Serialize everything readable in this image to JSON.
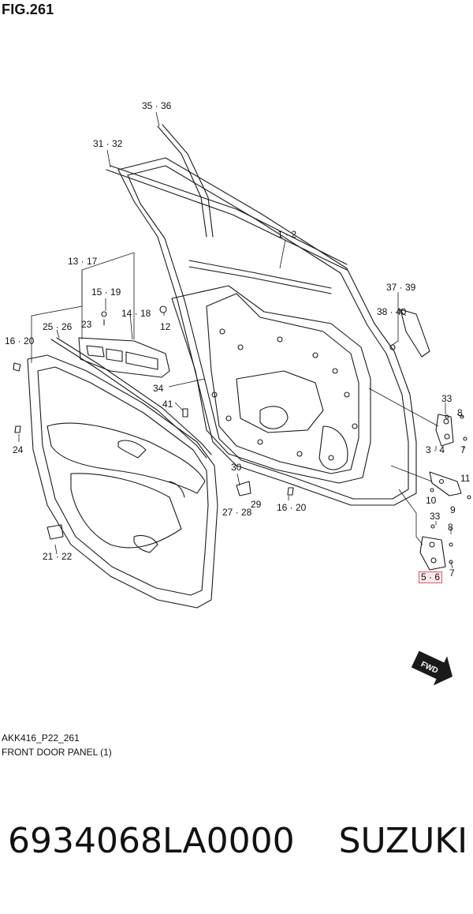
{
  "figure": {
    "title": "FIG.261",
    "code": "AKK416_P22_261",
    "caption": "FRONT DOOR PANEL (1)"
  },
  "parts": [
    {
      "id": "p35",
      "label": "35 · 36"
    },
    {
      "id": "p31",
      "label": "31 · 32"
    },
    {
      "id": "p1",
      "label": "1 · 2"
    },
    {
      "id": "p13",
      "label": "13 · 17"
    },
    {
      "id": "p15",
      "label": "15 · 19"
    },
    {
      "id": "p23",
      "label": "23"
    },
    {
      "id": "p14",
      "label": "14 · 18"
    },
    {
      "id": "p12",
      "label": "12"
    },
    {
      "id": "p16a",
      "label": "16 · 20"
    },
    {
      "id": "p25",
      "label": "25 · 26"
    },
    {
      "id": "p34",
      "label": "34"
    },
    {
      "id": "p41",
      "label": "41"
    },
    {
      "id": "p24",
      "label": "24"
    },
    {
      "id": "p37",
      "label": "37 · 39"
    },
    {
      "id": "p38",
      "label": "38 · 40"
    },
    {
      "id": "p33a",
      "label": "33"
    },
    {
      "id": "p8a",
      "label": "8"
    },
    {
      "id": "p3",
      "label": "3 · 4"
    },
    {
      "id": "p7a",
      "label": "7"
    },
    {
      "id": "p11",
      "label": "11"
    },
    {
      "id": "p9",
      "label": "9"
    },
    {
      "id": "p10",
      "label": "10"
    },
    {
      "id": "p33b",
      "label": "33"
    },
    {
      "id": "p8b",
      "label": "8"
    },
    {
      "id": "p7b",
      "label": "7"
    },
    {
      "id": "p5",
      "label": "5 · 6"
    },
    {
      "id": "p30",
      "label": "30"
    },
    {
      "id": "p29",
      "label": "29"
    },
    {
      "id": "p27",
      "label": "27 · 28"
    },
    {
      "id": "p16b",
      "label": "16 · 20"
    },
    {
      "id": "p21",
      "label": "21 · 22"
    }
  ],
  "fwd_badge": "FWD",
  "banner": {
    "part_number": "6934068LA0000",
    "brand": "SUZUKI"
  },
  "colors": {
    "line": "#1a1a1a",
    "highlight_border": "#e05a6a",
    "highlight_fill": "#fde8ea"
  }
}
